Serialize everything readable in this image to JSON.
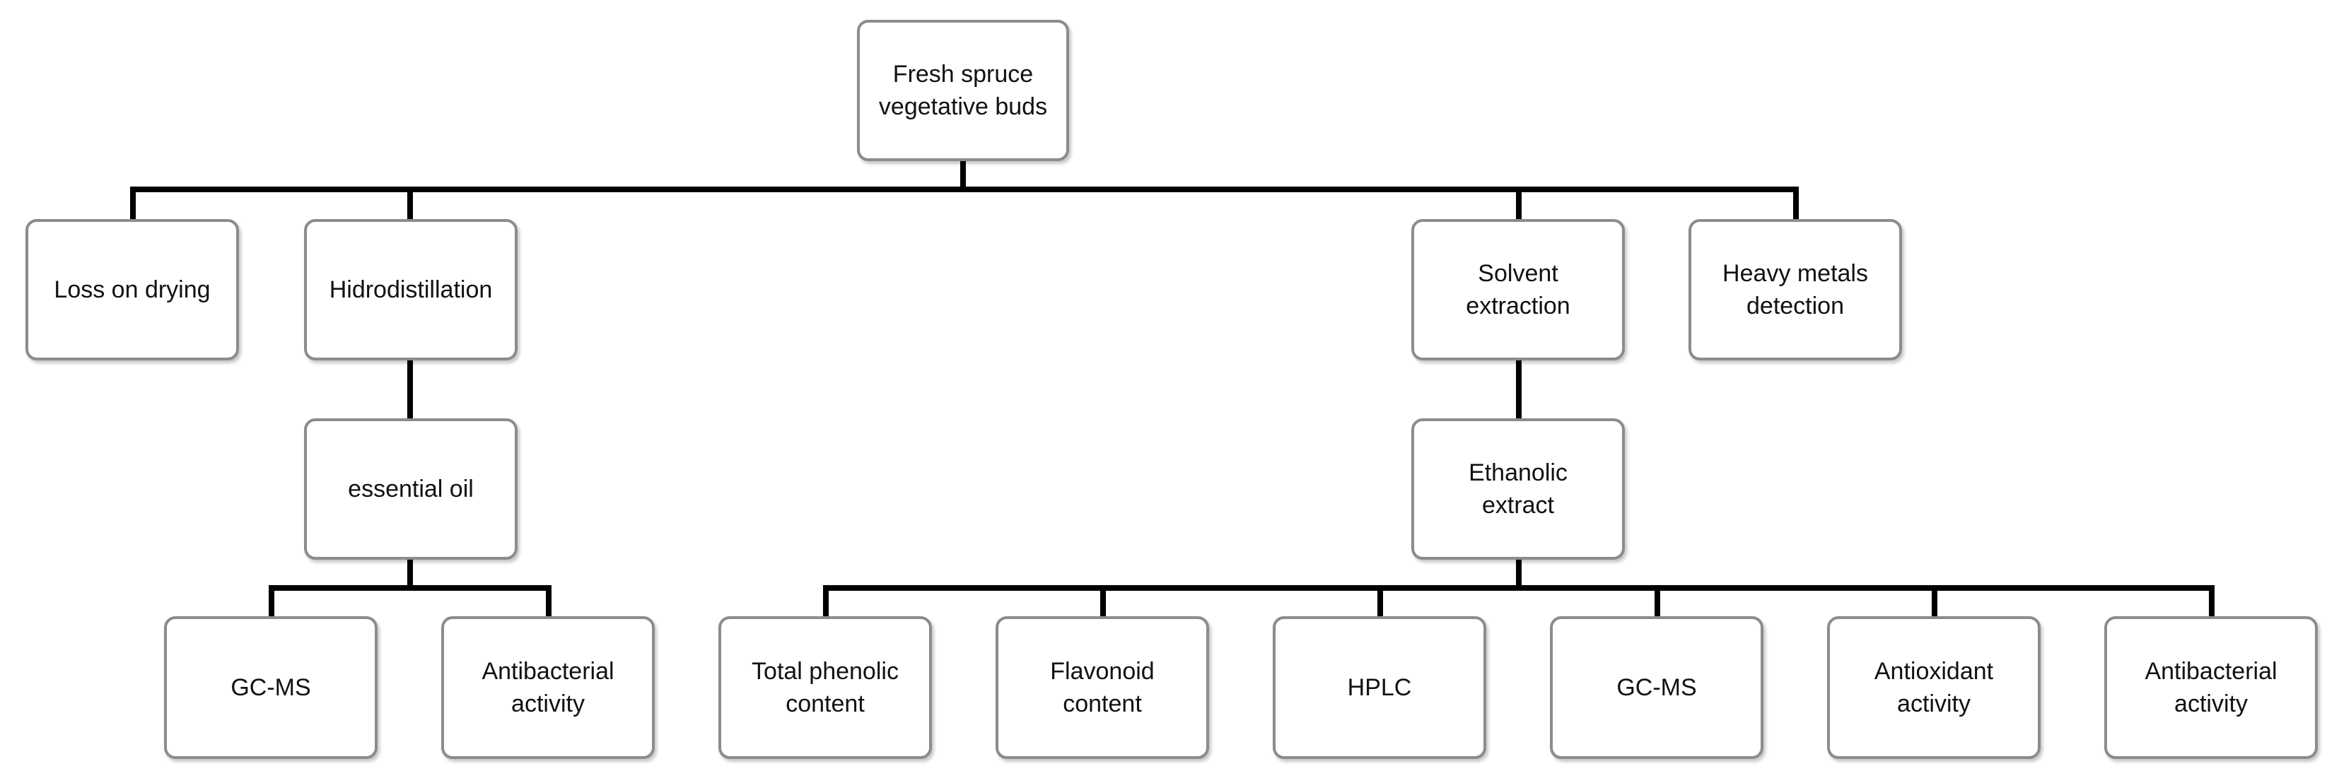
{
  "diagram": {
    "root": "Fresh spruce vegetative buds",
    "branches": {
      "loss_on_drying": "Loss on drying",
      "hydrodistillation": "Hidrodistillation",
      "solvent_extraction": "Solvent extraction",
      "heavy_metals": "Heavy metals detection"
    },
    "products": {
      "essential_oil": "essential oil",
      "ethanolic_extract": "Ethanolic extract"
    },
    "oil_analyses": {
      "gcms": "GC-MS",
      "antibacterial": "Antibacterial activity"
    },
    "extract_analyses": {
      "total_phenolic": "Total phenolic content",
      "flavonoid": "Flavonoid content",
      "hplc": "HPLC",
      "gcms": "GC-MS",
      "antioxidant": "Antioxidant activity",
      "antibacterial": "Antibacterial activity"
    }
  }
}
